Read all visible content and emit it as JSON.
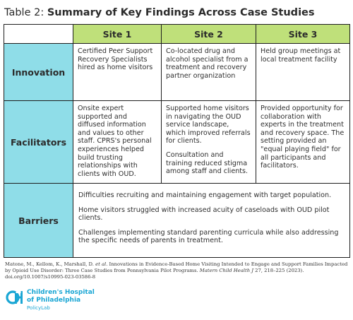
{
  "title": {
    "prefix": "Table 2: ",
    "bold": "Summary of Key Findings Across Case Studies"
  },
  "table": {
    "columns": [
      "Site 1",
      "Site 2",
      "Site 3"
    ],
    "rows": [
      {
        "label": "Innovation",
        "cells": [
          [
            "Certified Peer Support Recovery Specialists hired as home visitors"
          ],
          [
            "Co-located drug and alcohol specialist from a treatment and recovery partner organization"
          ],
          [
            "Held group meetings at local treatment facility"
          ]
        ]
      },
      {
        "label": "Facilitators",
        "cells": [
          [
            "Onsite expert supported and diffused information and values to other staff. CPRS's personal experiences helped build trusting relationships with clients with OUD."
          ],
          [
            "Supported home visitors in navigating the OUD service landscape, which improved referrals for clients.",
            "Consultation and training reduced stigma among staff and clients."
          ],
          [
            "Provided opportunity for collaboration with experts in the treatment and recovery space. The setting provided an \"equal playing field\" for all participants and facilitators."
          ]
        ]
      },
      {
        "label": "Barriers",
        "merged": [
          "Difficulties recruiting and maintaining engagement with target population.",
          "Home visitors struggled with increased acuity of caseloads with OUD pilot clients.",
          "Challenges implementing standard parenting curricula while also addressing the specific needs of parents in treatment."
        ]
      }
    ]
  },
  "citation": {
    "before_italic": "Matone, M., Kellom, K., Marshall, D. ",
    "italic_1": "et al.",
    "middle": " Innovations in Evidence-Based Home Visiting Intended to Engage and Support Families Impacted by Opioid Use Disorder: Three Case Studies from Pennsylvania Pilot Programs. ",
    "italic_2": "Matern Child Health J",
    "after": " 27, 218–225 (2023). doi.org/10.1007/s10995-023-03586-8"
  },
  "logo": {
    "line1": "Children's Hospital",
    "line2": "of Philadelphia",
    "sub": "PolicyLab",
    "color": "#1aa6d4"
  },
  "colors": {
    "column_header": "#bfe07a",
    "row_header": "#8fdde8"
  }
}
